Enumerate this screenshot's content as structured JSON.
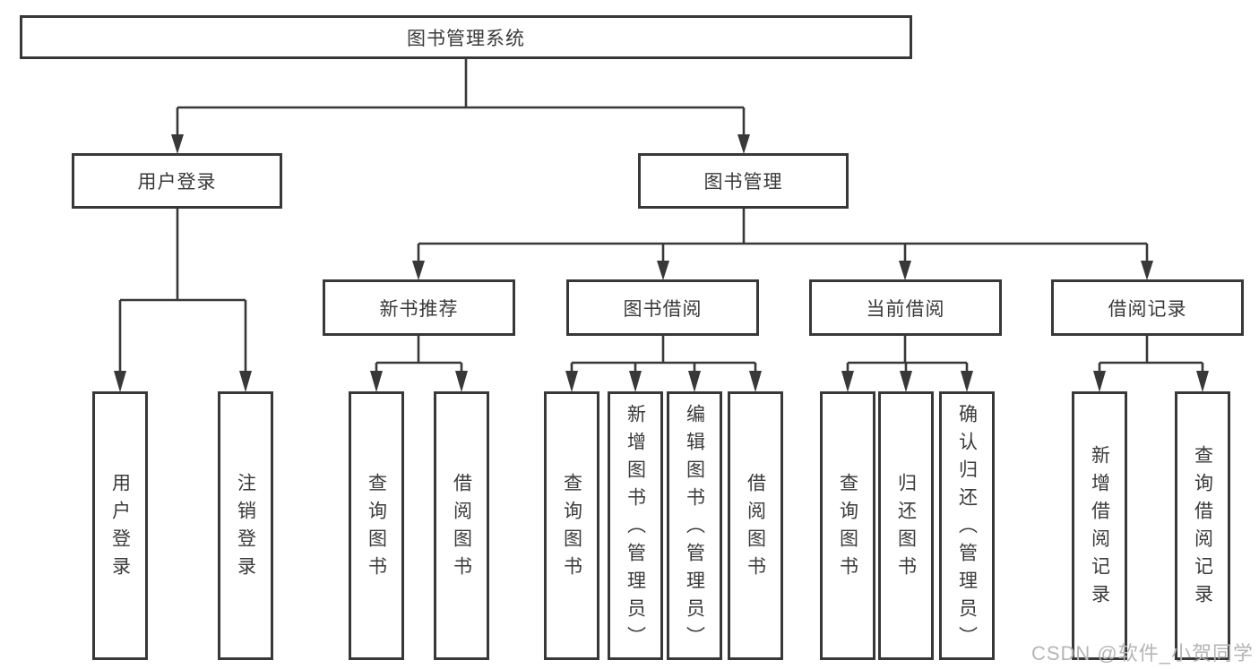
{
  "tree": {
    "root": "图书管理系统",
    "children": [
      {
        "label": "用户登录",
        "children": [
          "用户登录",
          "注销登录"
        ]
      },
      {
        "label": "图书管理",
        "children": [
          {
            "label": "新书推荐",
            "children": [
              "查询图书",
              "借阅图书"
            ]
          },
          {
            "label": "图书借阅",
            "children": [
              "查询图书",
              "新增图书（管理员）",
              "编辑图书（管理员）",
              "借阅图书"
            ]
          },
          {
            "label": "当前借阅",
            "children": [
              "查询图书",
              "归还图书",
              "确认归还（管理员）"
            ]
          },
          {
            "label": "借阅记录",
            "children": [
              "新增借阅记录",
              "查询借阅记录"
            ]
          }
        ]
      }
    ]
  },
  "watermark": "CSDN @软件_小贺同学",
  "colors": {
    "line": "#383838",
    "text": "#3a3a3a",
    "watermark": "#b5b5b5",
    "background": "#ffffff"
  }
}
